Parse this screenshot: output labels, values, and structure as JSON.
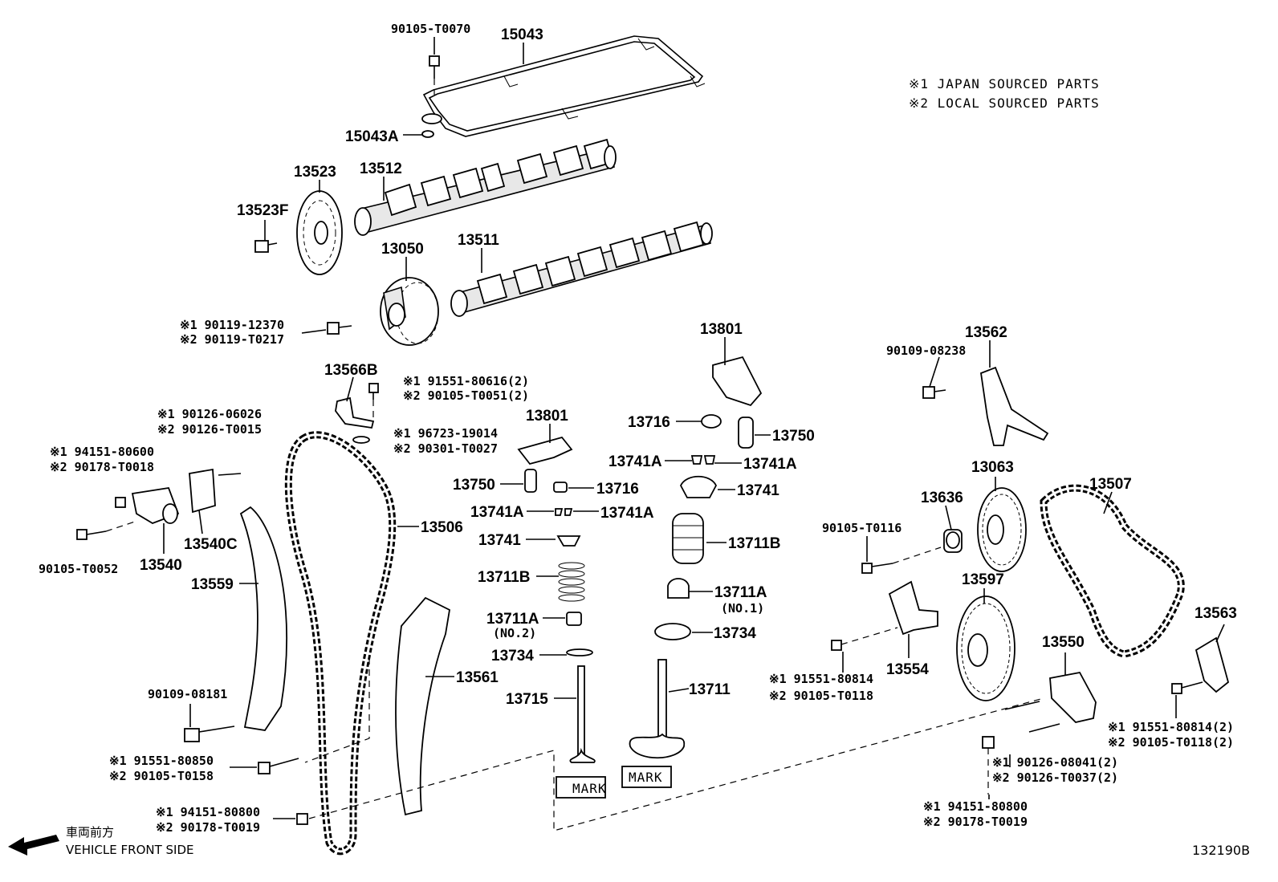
{
  "notes": {
    "note1": "※1 JAPAN SOURCED PARTS",
    "note2": "※2 LOCAL SOURCED PARTS"
  },
  "front": {
    "jp": "車両前方",
    "en": "VEHICLE FRONT SIDE"
  },
  "diagram_id": "132190B",
  "marks": {
    "mark1": "MARK",
    "mark2": "MARK"
  },
  "labels": {
    "p90105_T0070": "90105-T0070",
    "p15043": "15043",
    "p15043A": "15043A",
    "p13523": "13523",
    "p13512": "13512",
    "p13523F": "13523F",
    "p13050": "13050",
    "p13511": "13511",
    "p90119_a": "※1 90119-12370",
    "p90119_b": "※2 90119-T0217",
    "p13801_top": "13801",
    "p13562": "13562",
    "p90109_08238": "90109-08238",
    "p13566B": "13566B",
    "p91551_80616": "※1 91551-80616(2)",
    "p90105_T0051": "※2 90105-T0051(2)",
    "p96723": "※1 96723-19014",
    "p90301": "※2 90301-T0027",
    "p90126_06026": "※1 90126-06026",
    "p90126_T0015": "※2 90126-T0015",
    "p94151_80600": "※1 94151-80600",
    "p90178_T0018": "※2 90178-T0018",
    "p13801_mid": "13801",
    "p13716_top": "13716",
    "p13750_r": "13750",
    "p13741A_l2": "13741A",
    "p13741A_r2": "13741A",
    "p13063": "13063",
    "p13507": "13507",
    "p13750_l": "13750",
    "p13716_l": "13716",
    "p13741_r": "13741",
    "p13636": "13636",
    "p13741A_l1": "13741A",
    "p13741A_r1": "13741A",
    "p13506": "13506",
    "p90105_T0116": "90105-T0116",
    "p13741_l": "13741",
    "p13711B_r": "13711B",
    "p90105_T0052": "90105-T0052",
    "p13540": "13540",
    "p13540C": "13540C",
    "p13559": "13559",
    "p13711B_l": "13711B",
    "p13597": "13597",
    "p13711A_r": "13711A",
    "p13711A_r_sub": "(NO.1)",
    "p13711A_l": "13711A",
    "p13711A_l_sub": "(NO.2)",
    "p13734_r": "13734",
    "p13563": "13563",
    "p13550": "13550",
    "p13734_l": "13734",
    "p13561": "13561",
    "p13554": "13554",
    "p13711": "13711",
    "p91551_80814": "※1 91551-80814",
    "p90105_T0118": "※2 90105-T0118",
    "p90109_08181": "90109-08181",
    "p13715": "13715",
    "p91551_80814_2": "※1 91551-80814(2)",
    "p90105_T0118_2": "※2 90105-T0118(2)",
    "p91551_80850": "※1 91551-80850",
    "p90105_T0158": "※2 90105-T0158",
    "p90126_08041": "※1 90126-08041(2)",
    "p90126_T0037": "※2 90126-T0037(2)",
    "p94151_80800_l": "※1 94151-80800",
    "p90178_T0019_l": "※2 90178-T0019",
    "p94151_80800_r": "※1 94151-80800",
    "p90178_T0019_r": "※2 90178-T0019"
  }
}
